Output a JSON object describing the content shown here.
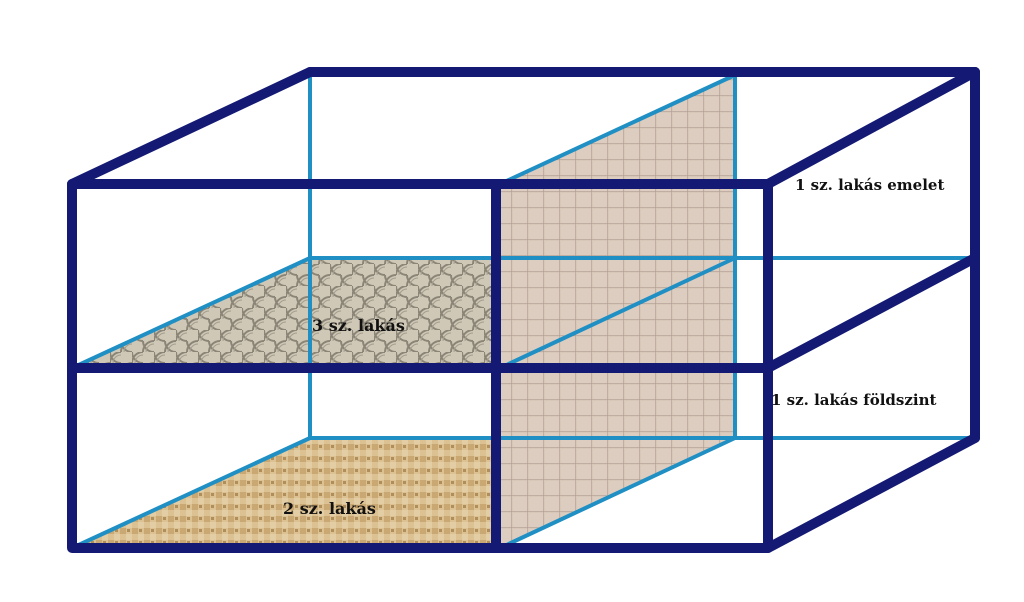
{
  "labels": {
    "unit3": "3 sz. lakás",
    "unit2": "2 sz. lakás",
    "unit1_upper": "1 sz. lakás emelet",
    "unit1_ground": "1 sz. lakás földszint"
  },
  "colors": {
    "frame_front": "#141a73",
    "frame_back": "#1f8fc4",
    "floor_upper_tile": "#c9c1ad",
    "floor_upper_pattern": "#8b8577",
    "floor_lower_tile": "#d6b98a",
    "floor_lower_pattern": "#b08e5a",
    "wall_tile": "#d7c7b9",
    "wall_grid": "#a8958a"
  }
}
